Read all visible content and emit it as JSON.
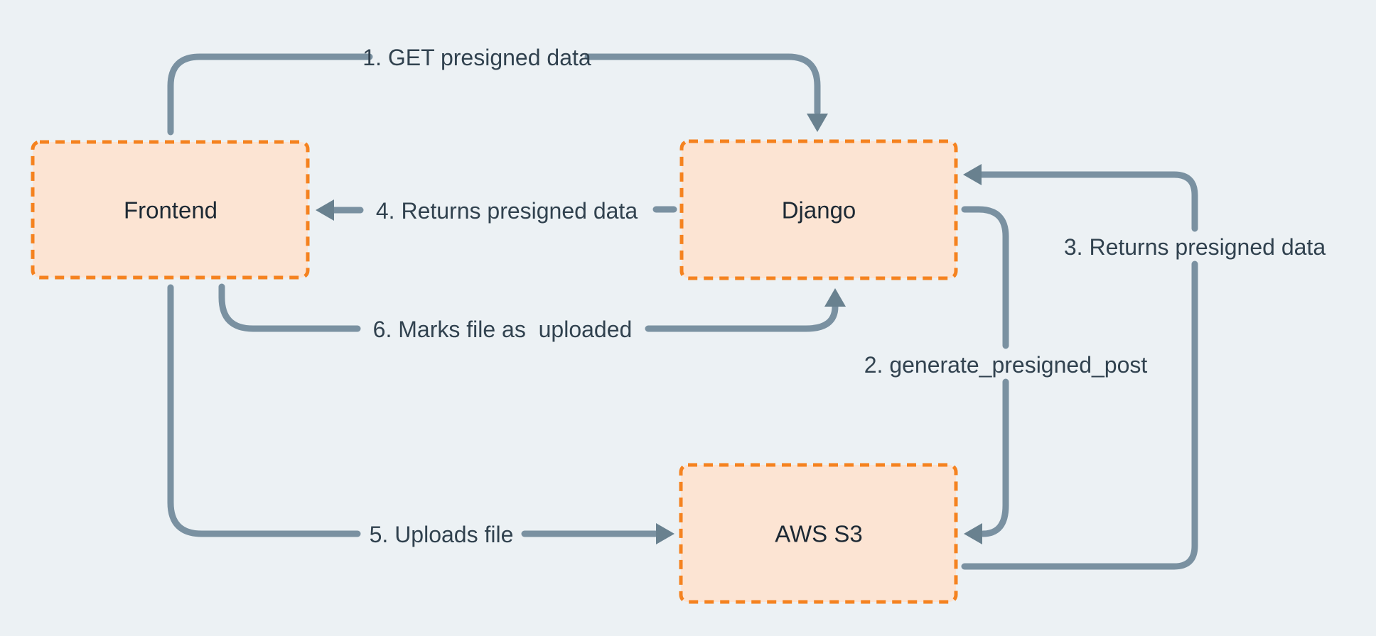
{
  "colors": {
    "background": "#ECF1F4",
    "node_fill": "#FCE4D3",
    "node_border": "#F5821F",
    "connector": "#7A91A1",
    "arrowhead": "#69818F",
    "flow_label_text": "#31424F",
    "node_label_text": "#1D2934"
  },
  "nodes": {
    "frontend": {
      "label": "Frontend"
    },
    "django": {
      "label": "Django"
    },
    "aws_s3": {
      "label": "AWS S3"
    }
  },
  "flows": {
    "step1": {
      "label": "1. GET presigned data"
    },
    "step2": {
      "label": "2. generate_presigned_post"
    },
    "step3": {
      "label": "3. Returns presigned data"
    },
    "step4": {
      "label": "4. Returns presigned data"
    },
    "step5": {
      "label": "5. Uploads file"
    },
    "step6": {
      "label": "6. Marks file as  uploaded"
    }
  }
}
